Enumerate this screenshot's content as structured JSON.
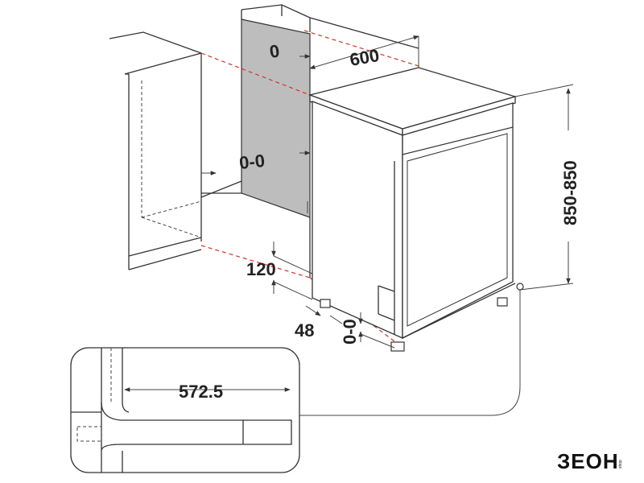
{
  "dimensions": {
    "top_gap": "0",
    "width": "600",
    "side_gap": "0-0",
    "height": "850-850",
    "plinth_height": "120",
    "plinth_depth": "48",
    "foot_adjust": "0-0",
    "door_depth": "572.5"
  },
  "logo": {
    "main": "ЗЕОН",
    "small": "shop"
  }
}
